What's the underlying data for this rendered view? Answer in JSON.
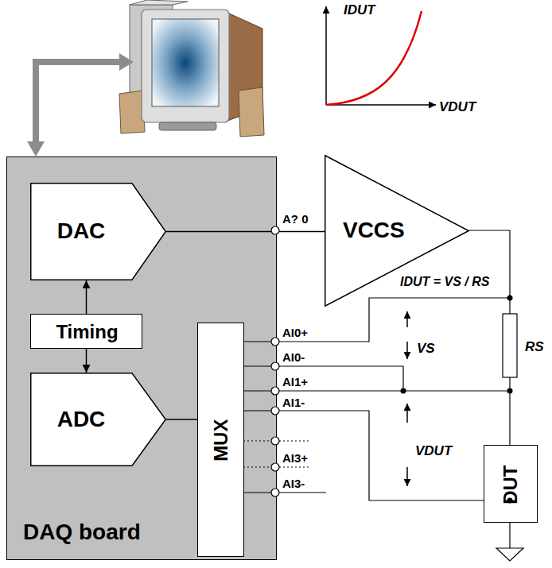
{
  "diagram": {
    "nodes": [
      {
        "text": [
          "DAQ board"
        ]
      },
      {
        "text": [
          "DAC"
        ],
        "in": 0
      },
      {
        "text": [
          "Timing"
        ],
        "in": 0
      },
      {
        "text": [
          "ADC"
        ],
        "in": 0
      },
      {
        "text": [
          "MUX"
        ],
        "in": 0
      },
      {
        "text": [
          "VCCS"
        ]
      },
      {
        "text": [
          "DUT"
        ]
      }
    ],
    "edges": [
      {
        "from": 2,
        "to": 1,
        "arrow": "to"
      },
      {
        "from": 2,
        "to": 3,
        "arrow": "to"
      },
      {
        "from": 1,
        "to": 5,
        "arrow": "none"
      },
      {
        "from": 3,
        "to": 4,
        "arrow": "none"
      }
    ],
    "labels": [
      "IDUT",
      "VDUT",
      "A? 0",
      "IDUT = VS / RS",
      "AI0+",
      "VS",
      "RS",
      "AI0-",
      "AI1+",
      "AI1-",
      "VDUT",
      "AI3+",
      "AI3-"
    ]
  }
}
